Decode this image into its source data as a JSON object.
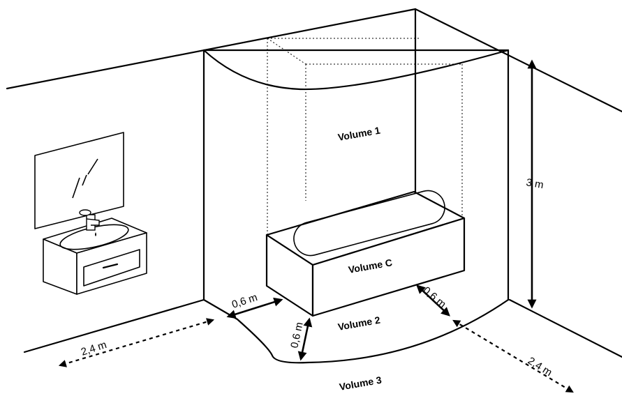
{
  "zones": {
    "volume_1": "Volume 1",
    "volume_c": "Volume C",
    "volume_2": "Volume 2",
    "volume_3": "Volume 3"
  },
  "dimensions": {
    "height": "3 m",
    "left_gap": "0,6 m",
    "front_gap": "0,6 m",
    "right_gap": "0,6 m",
    "left_extension": "2,4 m",
    "right_extension": "2,4 m"
  },
  "icons": [
    "mirror-icon",
    "sink-icon",
    "faucet-icon",
    "bathtub-icon"
  ]
}
